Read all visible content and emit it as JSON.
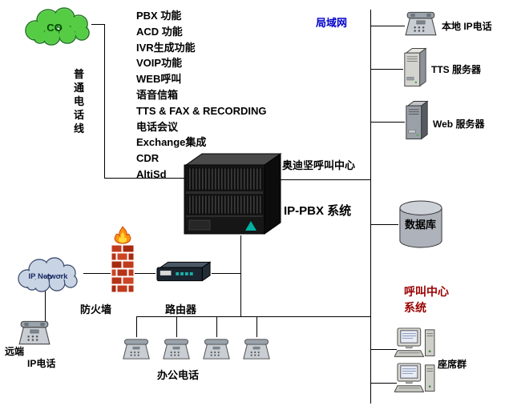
{
  "nodes": {
    "co_cloud": "CO",
    "ip_network_cloud": "IP Network",
    "phone_line_vertical": "普\n通\n电\n话\n线",
    "lan": "局域网",
    "pbx_title": "奥迪坚呼叫中心",
    "pbx_subtitle": "IP-PBX 系统",
    "local_ip_phone": "本地 IP电话",
    "tts_server": "TTS 服务器",
    "web_server": "Web 服务器",
    "database": "数据库",
    "call_center_line1": "呼叫中心",
    "call_center_line2": "系统",
    "agents": "座席群",
    "firewall": "防火墙",
    "router": "路由器",
    "office_phones": "办公电话",
    "remote_phone_line1": "远端",
    "remote_phone_line2": "IP电话"
  },
  "features": [
    "PBX 功能",
    "ACD 功能",
    "IVR生成功能",
    "VOIP功能",
    "WEB呼叫",
    "语音信箱",
    "TTS & FAX & RECORDING",
    "电话会议",
    "Exchange集成",
    "CDR",
    "AltiSd"
  ],
  "colors": {
    "lan_text": "#0000cc",
    "call_center_text": "#990000",
    "co_cloud_fill": "#55cc44",
    "ip_cloud_fill": "#c8d4e4",
    "firewall_brick": "#c03a1d",
    "pbx_accent": "#00b2a2"
  }
}
